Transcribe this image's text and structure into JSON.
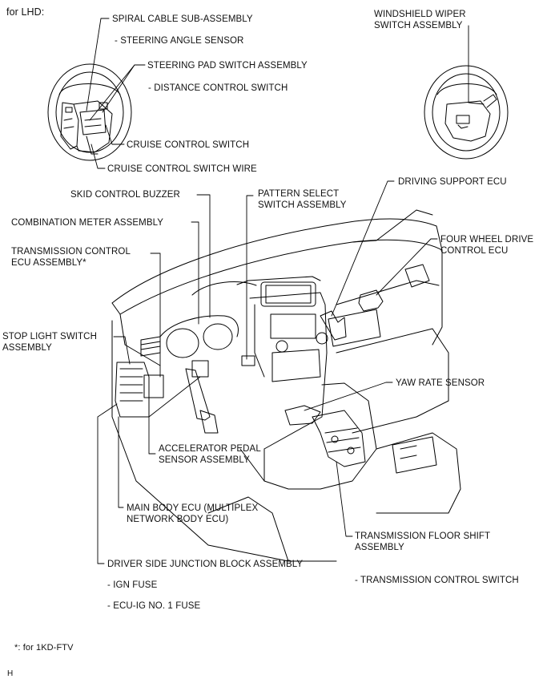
{
  "header": {
    "title": "for LHD:"
  },
  "labels": {
    "spiral_cable": "SPIRAL CABLE SUB-ASSEMBLY",
    "steering_angle_sensor": "- STEERING ANGLE SENSOR",
    "steering_pad_switch": "STEERING PAD SWITCH ASSEMBLY",
    "distance_control_switch": "- DISTANCE CONTROL SWITCH",
    "cruise_control_switch": "CRUISE CONTROL SWITCH",
    "cruise_control_switch_wire": "CRUISE CONTROL SWITCH WIRE",
    "windshield_wiper": "WINDSHIELD WIPER\nSWITCH ASSEMBLY",
    "skid_control_buzzer": "SKID CONTROL BUZZER",
    "pattern_select": "PATTERN SELECT\nSWITCH ASSEMBLY",
    "driving_support_ecu": "DRIVING SUPPORT ECU",
    "combination_meter": "COMBINATION METER ASSEMBLY",
    "four_wheel_drive": "FOUR WHEEL DRIVE\nCONTROL ECU",
    "transmission_control_ecu": "TRANSMISSION CONTROL\nECU ASSEMBLY*",
    "stop_light_switch": "STOP LIGHT SWITCH\nASSEMBLY",
    "yaw_rate_sensor": "YAW RATE SENSOR",
    "accelerator_pedal": "ACCELERATOR PEDAL\nSENSOR ASSEMBLY",
    "main_body_ecu": "MAIN BODY ECU (MULTIPLEX\nNETWORK BODY ECU)",
    "transmission_floor_shift": "TRANSMISSION FLOOR SHIFT\nASSEMBLY",
    "driver_side_junction": "DRIVER SIDE JUNCTION BLOCK ASSEMBLY",
    "ign_fuse": "- IGN FUSE",
    "transmission_control_switch": "- TRANSMISSION CONTROL SWITCH",
    "ecu_ig_fuse": "- ECU-IG NO. 1 FUSE"
  },
  "footnote": "*: for 1KD-FTV",
  "corner_mark": "H",
  "colors": {
    "line": "#000000",
    "background": "#ffffff"
  }
}
